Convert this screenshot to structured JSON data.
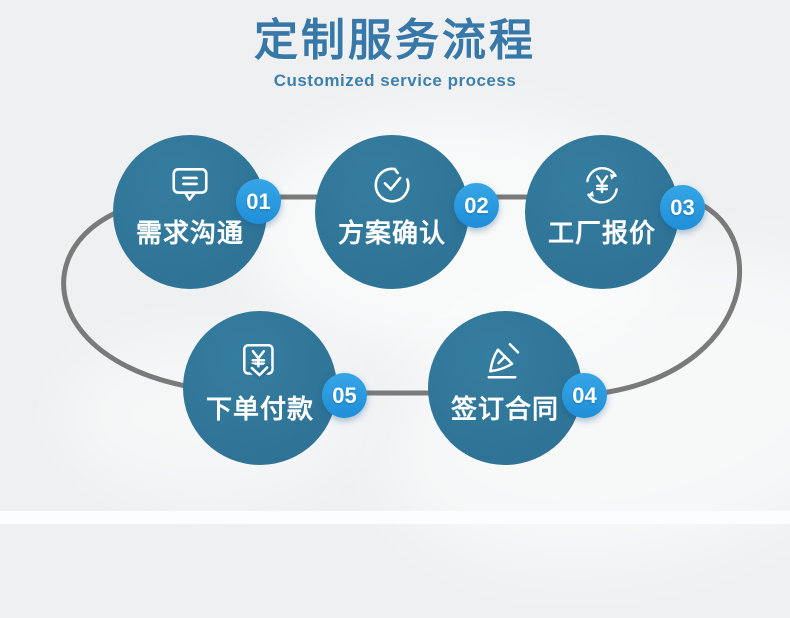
{
  "page": {
    "title": "定制服务流程",
    "subtitle": "Customized service process"
  },
  "colors": {
    "background": "#eef0f1",
    "title": "#3878a8",
    "subtitle": "#3d80ae",
    "circle": "#2f7496",
    "badge_top": "#36a6e6",
    "badge_bottom": "#1f8ed8",
    "connector": "#7a7a7a",
    "step_text": "#ffffff"
  },
  "steps": [
    {
      "number": "01",
      "label": "需求沟通",
      "icon": "message-icon"
    },
    {
      "number": "02",
      "label": "方案确认",
      "icon": "check-cycle-icon"
    },
    {
      "number": "03",
      "label": "工厂报价",
      "icon": "currency-exchange-icon"
    },
    {
      "number": "04",
      "label": "签订合同",
      "icon": "pen-sign-icon"
    },
    {
      "number": "05",
      "label": "下单付款",
      "icon": "pay-order-icon"
    }
  ]
}
